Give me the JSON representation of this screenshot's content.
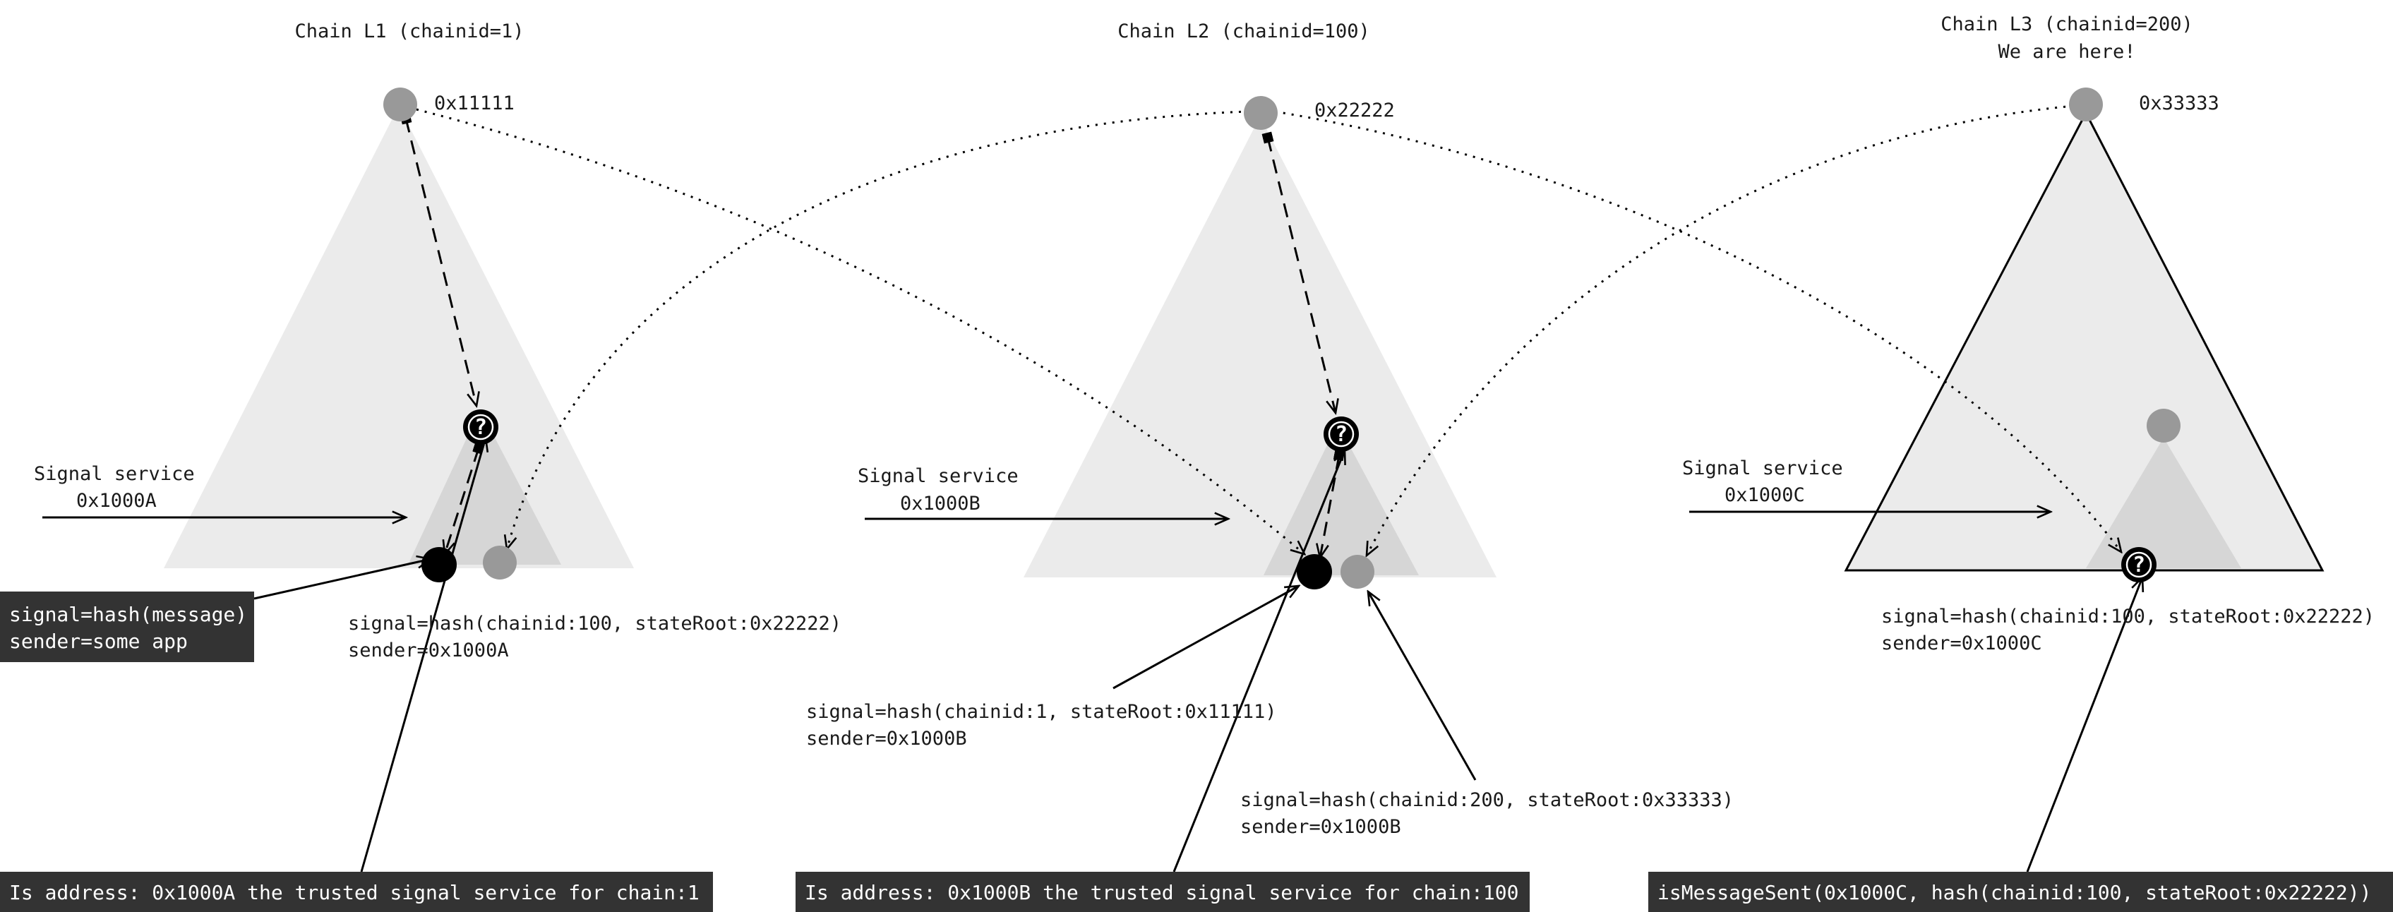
{
  "chains": [
    {
      "title": "Chain L1 (chainid=1)",
      "subtitle": "",
      "root_address": "0x11111",
      "signal_service_label": "Signal service",
      "signal_service_address": "0x1000A",
      "signal_label_line1": "signal=hash(chainid:100, stateRoot:0x22222)",
      "signal_label_line2": "sender=0x1000A"
    },
    {
      "title": "Chain L2 (chainid=100)",
      "subtitle": "",
      "root_address": "0x22222",
      "signal_service_label": "Signal service",
      "signal_service_address": "0x1000B",
      "signal_label_line1": "signal=hash(chainid:1, stateRoot:0x11111)",
      "signal_label_line2": "sender=0x1000B",
      "second_signal_line1": "signal=hash(chainid:200, stateRoot:0x33333)",
      "second_signal_line2": "sender=0x1000B"
    },
    {
      "title": "Chain L3 (chainid=200)",
      "subtitle": "We are here!",
      "root_address": "0x33333",
      "signal_service_label": "Signal service",
      "signal_service_address": "0x1000C",
      "signal_label_line1": "signal=hash(chainid:100, stateRoot:0x22222)",
      "signal_label_line2": "sender=0x1000C"
    }
  ],
  "message_box": {
    "line1": "signal=hash(message)",
    "line2": "sender=some app"
  },
  "query_boxes": [
    "Is address: 0x1000A the trusted signal service for chain:1",
    "Is address: 0x1000B the trusted signal service for chain:100",
    "isMessageSent(0x1000C, hash(chainid:100, stateRoot:0x22222))"
  ],
  "unknown_marker": "?",
  "colors": {
    "tree_light": "#ebebeb",
    "tree_inner": "#d6d6d6",
    "node_gray": "#999999",
    "node_black": "#000000",
    "box_bg": "#333333",
    "box_text": "#ffffff"
  }
}
